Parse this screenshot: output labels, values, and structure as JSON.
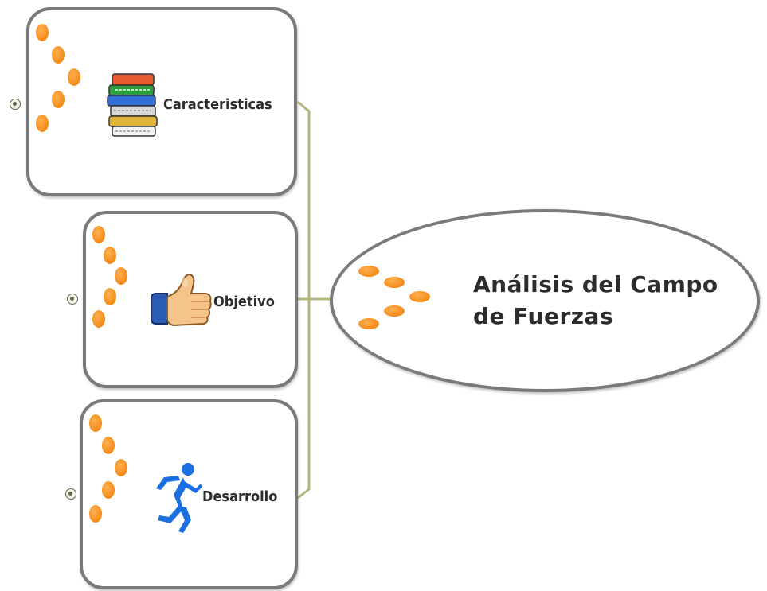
{
  "central_topic": {
    "title_line1": "Análisis del Campo",
    "title_line2": "de Fuerzas"
  },
  "subtopics": [
    {
      "label": "Caracteristicas",
      "icon": "books-icon"
    },
    {
      "label": "Objetivo",
      "icon": "thumbs-up-icon"
    },
    {
      "label": "Desarrollo",
      "icon": "running-man-icon"
    }
  ],
  "colors": {
    "border": "#7a7a7a",
    "connector": "#b5b57a",
    "bullet": "#f07a00",
    "text": "#2d2d2d"
  }
}
